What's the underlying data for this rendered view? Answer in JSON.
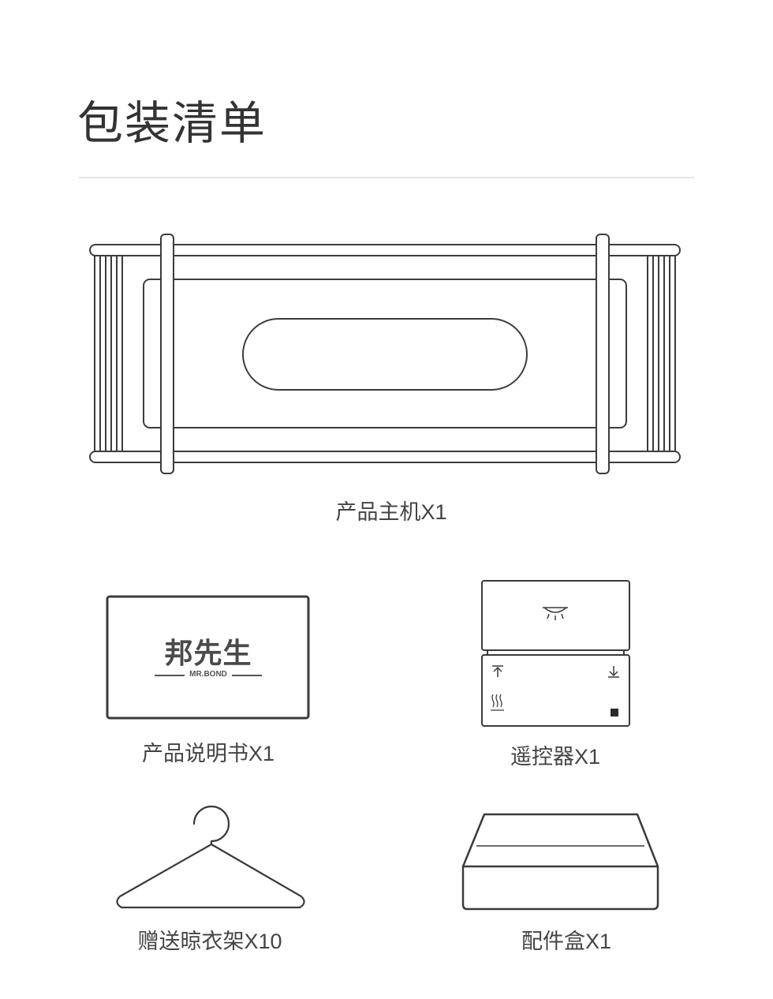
{
  "page": {
    "title": "包装清单"
  },
  "items": [
    {
      "caption": "产品主机X1",
      "icon": "drying-rack-main-unit-icon"
    },
    {
      "caption": "产品说明书X1",
      "icon": "manual-booklet-icon",
      "logo_text": "邦先生",
      "logo_subtext": "MR.BOND"
    },
    {
      "caption": "遥控器X1",
      "icon": "remote-control-icon"
    },
    {
      "caption": "赠送晾衣架X10",
      "icon": "clothes-hanger-icon"
    },
    {
      "caption": "配件盒X1",
      "icon": "accessory-box-icon"
    }
  ]
}
